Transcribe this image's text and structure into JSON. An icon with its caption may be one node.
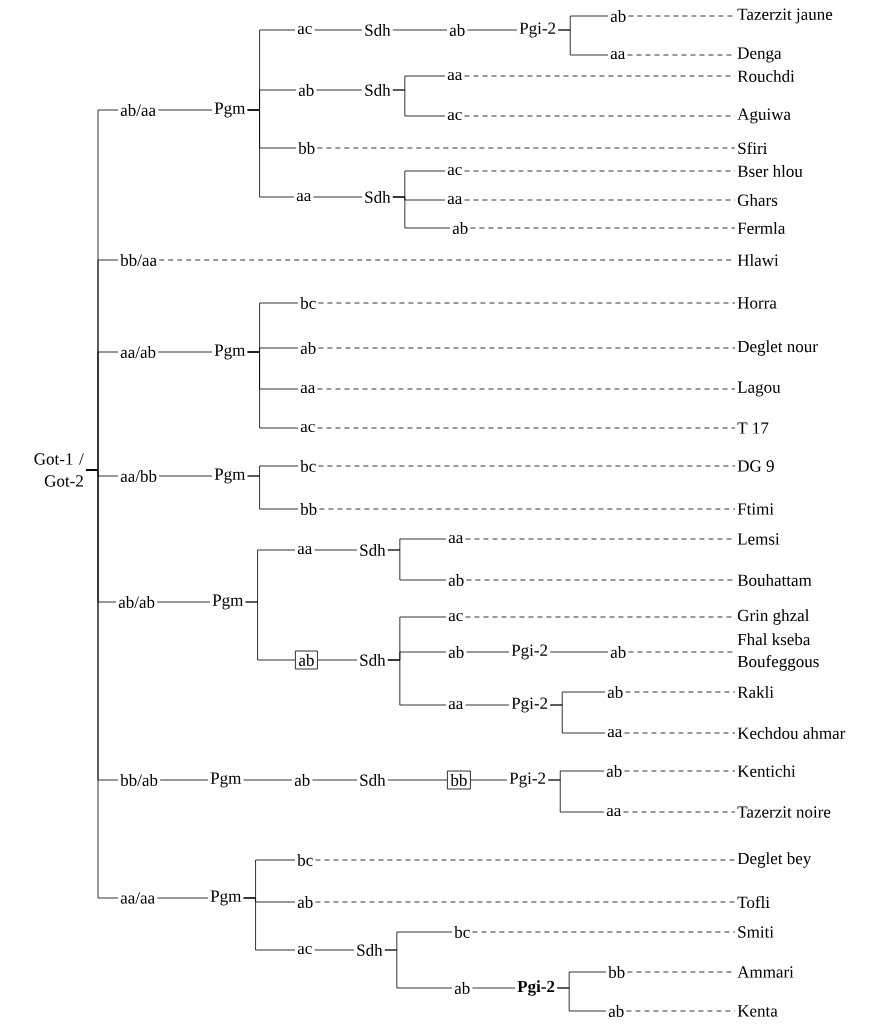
{
  "diagram": {
    "nodes": [
      {
        "text": [
          "Got-1 / Got-2"
        ]
      },
      {
        "text": [
          "ab/aa"
        ]
      },
      {
        "text": [
          "Pgm"
        ]
      },
      {
        "text": [
          "ac"
        ]
      },
      {
        "text": [
          "Sdh"
        ]
      },
      {
        "text": [
          "ab"
        ]
      },
      {
        "text": [
          "Pgi-2"
        ]
      },
      {
        "text": [
          "ab"
        ]
      },
      {
        "text": [
          "Tazerzit jaune"
        ]
      },
      {
        "text": [
          "aa"
        ]
      },
      {
        "text": [
          "Denga"
        ]
      },
      {
        "text": [
          "ab"
        ]
      },
      {
        "text": [
          "Sdh"
        ]
      },
      {
        "text": [
          "aa"
        ]
      },
      {
        "text": [
          "Rouchdi"
        ]
      },
      {
        "text": [
          "ac"
        ]
      },
      {
        "text": [
          "Aguiwa"
        ]
      },
      {
        "text": [
          "bb"
        ]
      },
      {
        "text": [
          "Sfiri"
        ]
      },
      {
        "text": [
          "aa"
        ]
      },
      {
        "text": [
          "Sdh"
        ]
      },
      {
        "text": [
          "ac"
        ]
      },
      {
        "text": [
          "Bser hlou"
        ]
      },
      {
        "text": [
          "aa"
        ]
      },
      {
        "text": [
          "Ghars"
        ]
      },
      {
        "text": [
          "ab"
        ]
      },
      {
        "text": [
          "Fermla"
        ]
      },
      {
        "text": [
          "bb/aa"
        ]
      },
      {
        "text": [
          "Hlawi"
        ]
      },
      {
        "text": [
          "aa/ab"
        ]
      },
      {
        "text": [
          "Pgm"
        ]
      },
      {
        "text": [
          "bc"
        ]
      },
      {
        "text": [
          "Horra"
        ]
      },
      {
        "text": [
          "ab"
        ]
      },
      {
        "text": [
          "Deglet nour"
        ]
      },
      {
        "text": [
          "aa"
        ]
      },
      {
        "text": [
          "Lagou"
        ]
      },
      {
        "text": [
          "ac"
        ]
      },
      {
        "text": [
          "T 17"
        ]
      },
      {
        "text": [
          "aa/bb"
        ]
      },
      {
        "text": [
          "Pgm"
        ]
      },
      {
        "text": [
          "bc"
        ]
      },
      {
        "text": [
          "DG 9"
        ]
      },
      {
        "text": [
          "bb"
        ]
      },
      {
        "text": [
          "Ftimi"
        ]
      },
      {
        "text": [
          "ab/ab"
        ]
      },
      {
        "text": [
          "Pgm"
        ]
      },
      {
        "text": [
          "aa"
        ]
      },
      {
        "text": [
          "Sdh"
        ]
      },
      {
        "text": [
          "aa"
        ]
      },
      {
        "text": [
          "Lemsi"
        ]
      },
      {
        "text": [
          "ab"
        ]
      },
      {
        "text": [
          "Bouhattam"
        ]
      },
      {
        "text": [
          "ab"
        ]
      },
      {
        "text": [
          "Sdh"
        ]
      },
      {
        "text": [
          "ac"
        ]
      },
      {
        "text": [
          "Grin ghzal"
        ]
      },
      {
        "text": [
          "ab"
        ]
      },
      {
        "text": [
          "Pgi-2"
        ]
      },
      {
        "text": [
          "ab"
        ]
      },
      {
        "text": [
          "Fhal kseba",
          "Boufeggous"
        ]
      },
      {
        "text": [
          "aa"
        ]
      },
      {
        "text": [
          "Pgi-2"
        ]
      },
      {
        "text": [
          "ab"
        ]
      },
      {
        "text": [
          "Rakli"
        ]
      },
      {
        "text": [
          "aa"
        ]
      },
      {
        "text": [
          "Kechdou ahmar"
        ]
      },
      {
        "text": [
          "bb/ab"
        ]
      },
      {
        "text": [
          "Pgm"
        ]
      },
      {
        "text": [
          "ab"
        ]
      },
      {
        "text": [
          "Sdh"
        ]
      },
      {
        "text": [
          "bb"
        ]
      },
      {
        "text": [
          "Pgi-2"
        ]
      },
      {
        "text": [
          "ab"
        ]
      },
      {
        "text": [
          "Kentichi"
        ]
      },
      {
        "text": [
          "aa"
        ]
      },
      {
        "text": [
          "Tazerzit noire"
        ]
      },
      {
        "text": [
          "aa/aa"
        ]
      },
      {
        "text": [
          "Pgm"
        ]
      },
      {
        "text": [
          "bc"
        ]
      },
      {
        "text": [
          "Deglet bey"
        ]
      },
      {
        "text": [
          "ab"
        ]
      },
      {
        "text": [
          "Tofli"
        ]
      },
      {
        "text": [
          "ac"
        ]
      },
      {
        "text": [
          "Sdh"
        ]
      },
      {
        "text": [
          "bc"
        ]
      },
      {
        "text": [
          "Smiti"
        ]
      },
      {
        "text": [
          "ab"
        ]
      },
      {
        "text": [
          "Pgi-2"
        ]
      },
      {
        "text": [
          "bb"
        ]
      },
      {
        "text": [
          "Ammari"
        ]
      },
      {
        "text": [
          "ab"
        ]
      },
      {
        "text": [
          "Kenta"
        ]
      }
    ],
    "edges": [
      {
        "from": 0,
        "to": 1,
        "arrow": "none"
      },
      {
        "from": 0,
        "to": 27,
        "arrow": "none"
      },
      {
        "from": 0,
        "to": 29,
        "arrow": "none"
      },
      {
        "from": 0,
        "to": 39,
        "arrow": "none"
      },
      {
        "from": 0,
        "to": 45,
        "arrow": "none"
      },
      {
        "from": 0,
        "to": 67,
        "arrow": "none"
      },
      {
        "from": 0,
        "to": 77,
        "arrow": "none"
      },
      {
        "from": 1,
        "to": 2,
        "arrow": "none"
      },
      {
        "from": 2,
        "to": 3,
        "arrow": "none"
      },
      {
        "from": 2,
        "to": 11,
        "arrow": "none"
      },
      {
        "from": 2,
        "to": 17,
        "arrow": "none"
      },
      {
        "from": 2,
        "to": 19,
        "arrow": "none"
      },
      {
        "from": 3,
        "to": 4,
        "arrow": "none"
      },
      {
        "from": 4,
        "to": 5,
        "arrow": "none"
      },
      {
        "from": 5,
        "to": 6,
        "arrow": "none"
      },
      {
        "from": 6,
        "to": 7,
        "arrow": "none"
      },
      {
        "from": 6,
        "to": 9,
        "arrow": "none"
      },
      {
        "from": 7,
        "to": 8,
        "arrow": "none",
        "style": "dashed"
      },
      {
        "from": 9,
        "to": 10,
        "arrow": "none",
        "style": "dashed"
      },
      {
        "from": 11,
        "to": 12,
        "arrow": "none"
      },
      {
        "from": 12,
        "to": 13,
        "arrow": "none"
      },
      {
        "from": 12,
        "to": 15,
        "arrow": "none"
      },
      {
        "from": 13,
        "to": 14,
        "arrow": "none",
        "style": "dashed"
      },
      {
        "from": 15,
        "to": 16,
        "arrow": "none",
        "style": "dashed"
      },
      {
        "from": 17,
        "to": 18,
        "arrow": "none",
        "style": "dashed"
      },
      {
        "from": 19,
        "to": 20,
        "arrow": "none"
      },
      {
        "from": 20,
        "to": 21,
        "arrow": "none"
      },
      {
        "from": 20,
        "to": 23,
        "arrow": "none"
      },
      {
        "from": 20,
        "to": 25,
        "arrow": "none"
      },
      {
        "from": 21,
        "to": 22,
        "arrow": "none",
        "style": "dashed"
      },
      {
        "from": 23,
        "to": 24,
        "arrow": "none",
        "style": "dashed"
      },
      {
        "from": 25,
        "to": 26,
        "arrow": "none",
        "style": "dashed"
      },
      {
        "from": 27,
        "to": 28,
        "arrow": "none",
        "style": "dashed"
      },
      {
        "from": 29,
        "to": 30,
        "arrow": "none"
      },
      {
        "from": 30,
        "to": 31,
        "arrow": "none"
      },
      {
        "from": 30,
        "to": 33,
        "arrow": "none"
      },
      {
        "from": 30,
        "to": 35,
        "arrow": "none"
      },
      {
        "from": 30,
        "to": 37,
        "arrow": "none"
      },
      {
        "from": 31,
        "to": 32,
        "arrow": "none",
        "style": "dashed"
      },
      {
        "from": 33,
        "to": 34,
        "arrow": "none",
        "style": "dashed"
      },
      {
        "from": 35,
        "to": 36,
        "arrow": "none",
        "style": "dashed"
      },
      {
        "from": 37,
        "to": 38,
        "arrow": "none",
        "style": "dashed"
      },
      {
        "from": 39,
        "to": 40,
        "arrow": "none"
      },
      {
        "from": 40,
        "to": 41,
        "arrow": "none"
      },
      {
        "from": 40,
        "to": 43,
        "arrow": "none"
      },
      {
        "from": 41,
        "to": 42,
        "arrow": "none",
        "style": "dashed"
      },
      {
        "from": 43,
        "to": 44,
        "arrow": "none",
        "style": "dashed"
      },
      {
        "from": 45,
        "to": 46,
        "arrow": "none"
      },
      {
        "from": 46,
        "to": 47,
        "arrow": "none"
      },
      {
        "from": 46,
        "to": 53,
        "arrow": "none"
      },
      {
        "from": 47,
        "to": 48,
        "arrow": "none"
      },
      {
        "from": 48,
        "to": 49,
        "arrow": "none"
      },
      {
        "from": 48,
        "to": 51,
        "arrow": "none"
      },
      {
        "from": 49,
        "to": 50,
        "arrow": "none",
        "style": "dashed"
      },
      {
        "from": 51,
        "to": 52,
        "arrow": "none",
        "style": "dashed"
      },
      {
        "from": 53,
        "to": 54,
        "arrow": "none"
      },
      {
        "from": 54,
        "to": 55,
        "arrow": "none"
      },
      {
        "from": 54,
        "to": 57,
        "arrow": "none"
      },
      {
        "from": 54,
        "to": 61,
        "arrow": "none"
      },
      {
        "from": 55,
        "to": 56,
        "arrow": "none",
        "style": "dashed"
      },
      {
        "from": 57,
        "to": 58,
        "arrow": "none"
      },
      {
        "from": 58,
        "to": 59,
        "arrow": "none"
      },
      {
        "from": 59,
        "to": 60,
        "arrow": "none",
        "style": "dashed"
      },
      {
        "from": 61,
        "to": 62,
        "arrow": "none"
      },
      {
        "from": 62,
        "to": 63,
        "arrow": "none"
      },
      {
        "from": 62,
        "to": 65,
        "arrow": "none"
      },
      {
        "from": 63,
        "to": 64,
        "arrow": "none",
        "style": "dashed"
      },
      {
        "from": 65,
        "to": 66,
        "arrow": "none",
        "style": "dashed"
      },
      {
        "from": 67,
        "to": 68,
        "arrow": "none"
      },
      {
        "from": 68,
        "to": 69,
        "arrow": "none"
      },
      {
        "from": 69,
        "to": 70,
        "arrow": "none"
      },
      {
        "from": 70,
        "to": 71,
        "arrow": "none"
      },
      {
        "from": 71,
        "to": 72,
        "arrow": "none"
      },
      {
        "from": 72,
        "to": 73,
        "arrow": "none"
      },
      {
        "from": 72,
        "to": 75,
        "arrow": "none"
      },
      {
        "from": 73,
        "to": 74,
        "arrow": "none",
        "style": "dashed"
      },
      {
        "from": 75,
        "to": 76,
        "arrow": "none",
        "style": "dashed"
      },
      {
        "from": 77,
        "to": 78,
        "arrow": "none"
      },
      {
        "from": 78,
        "to": 79,
        "arrow": "none"
      },
      {
        "from": 78,
        "to": 81,
        "arrow": "none"
      },
      {
        "from": 78,
        "to": 83,
        "arrow": "none"
      },
      {
        "from": 79,
        "to": 80,
        "arrow": "none",
        "style": "dashed"
      },
      {
        "from": 81,
        "to": 82,
        "arrow": "none",
        "style": "dashed"
      },
      {
        "from": 83,
        "to": 84,
        "arrow": "none"
      },
      {
        "from": 84,
        "to": 85,
        "arrow": "none"
      },
      {
        "from": 84,
        "to": 87,
        "arrow": "none"
      },
      {
        "from": 85,
        "to": 86,
        "arrow": "none",
        "style": "dashed"
      },
      {
        "from": 87,
        "to": 88,
        "arrow": "none"
      },
      {
        "from": 88,
        "to": 89,
        "arrow": "none"
      },
      {
        "from": 88,
        "to": 91,
        "arrow": "none"
      },
      {
        "from": 89,
        "to": 90,
        "arrow": "none",
        "style": "dashed"
      },
      {
        "from": 91,
        "to": 92,
        "arrow": "none",
        "style": "dashed"
      }
    ]
  }
}
